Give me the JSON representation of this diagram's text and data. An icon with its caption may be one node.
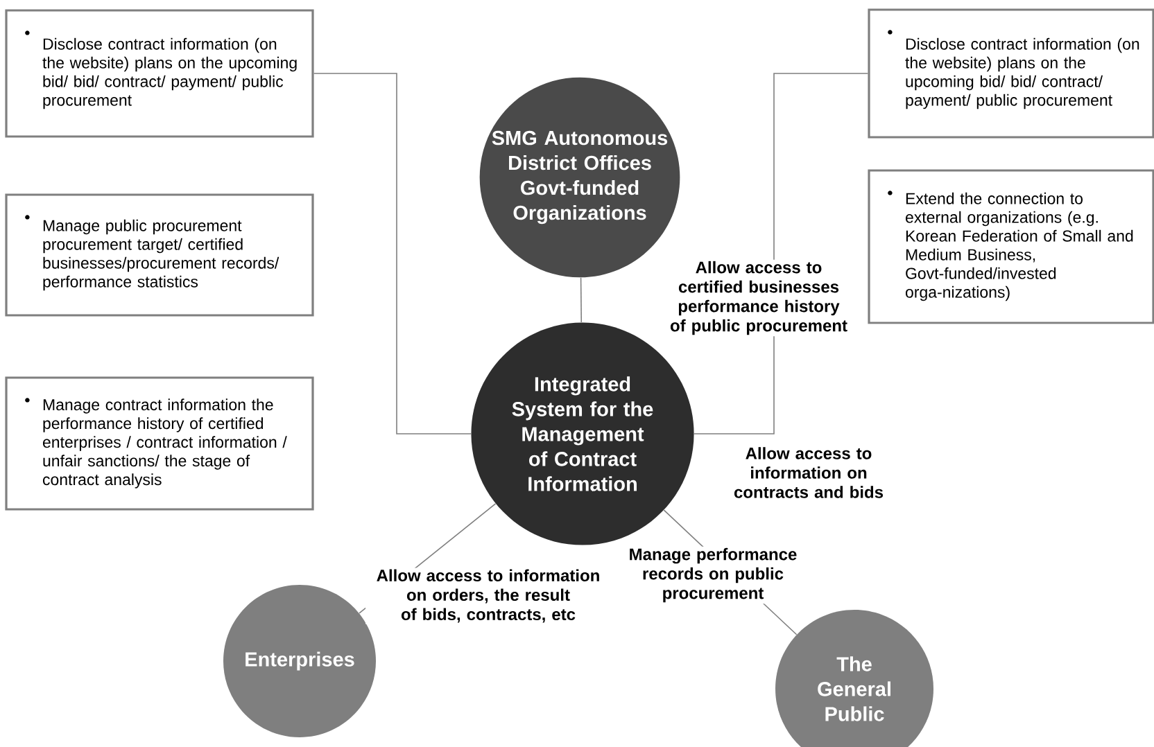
{
  "diagram": {
    "nodes": [
      {
        "text": [
          "Disclose contract information (on the website) plans on the upcoming bid/ bid/ contract/ payment/ public procurement"
        ]
      },
      {
        "text": [
          "Manage public procurement procurement target/ certified businesses/procurement records/ performance statistics"
        ]
      },
      {
        "text": [
          "Manage contract information the performance history of certified enterprises / contract information / unfair sanctions/ the stage of contract analysis"
        ]
      },
      {
        "text": [
          "SMG Autonomous District Offices Govt-funded Organizations"
        ]
      },
      {
        "text": [
          "Disclose contract information (on the website) plans on the upcoming bid/ bid/ contract/ payment/ public procurement"
        ]
      },
      {
        "text": [
          "Extend the connection to external organizations (e.g. Korean Federation of Small and Medium Business, Govt-funded/invested orga-nizations)"
        ]
      },
      {
        "text": [
          "Integrated System for the Management of Contract Information"
        ]
      },
      {
        "text": [
          "Enterprises"
        ]
      },
      {
        "text": [
          "The General Public"
        ]
      }
    ],
    "edges": [
      {
        "from": 0,
        "to": 6,
        "arrow": "none"
      },
      {
        "from": 3,
        "to": 6,
        "arrow": "none"
      },
      {
        "from": 4,
        "to": 6,
        "arrow": "none",
        "label": "Allow access to certified businesses performance history of public procurement"
      },
      {
        "from": 6,
        "to": 7,
        "arrow": "none",
        "label": "Allow access to information on orders, the result of bids, contracts, etc"
      },
      {
        "from": 6,
        "to": 8,
        "arrow": "none",
        "label": "Manage performance records on public procurement"
      }
    ],
    "labels": [
      "Allow access to information on contracts and bids"
    ]
  }
}
